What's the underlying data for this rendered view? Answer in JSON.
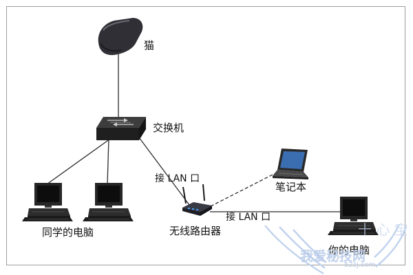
{
  "nodes": {
    "modem": {
      "label": "猫"
    },
    "switch": {
      "label": "交换机"
    },
    "laptop": {
      "label": "笔记本"
    },
    "router": {
      "label": "无线路由器"
    },
    "classmate_pcs": {
      "label": "同学的电脑"
    },
    "your_pc": {
      "label": "你的电脑"
    }
  },
  "links": {
    "switch_router": {
      "label": "接 LAN 口"
    },
    "router_pc": {
      "label": "接 LAN 口"
    }
  },
  "watermark": {
    "title": "我爱秘技网",
    "url": "52zj.com",
    "glyphs": "十 心 宝"
  },
  "colors": {
    "line": "#2b2b2b",
    "device_dark": "#2a2a2a",
    "screen": "#3a78c8",
    "watermark": "#b8cbe8"
  }
}
